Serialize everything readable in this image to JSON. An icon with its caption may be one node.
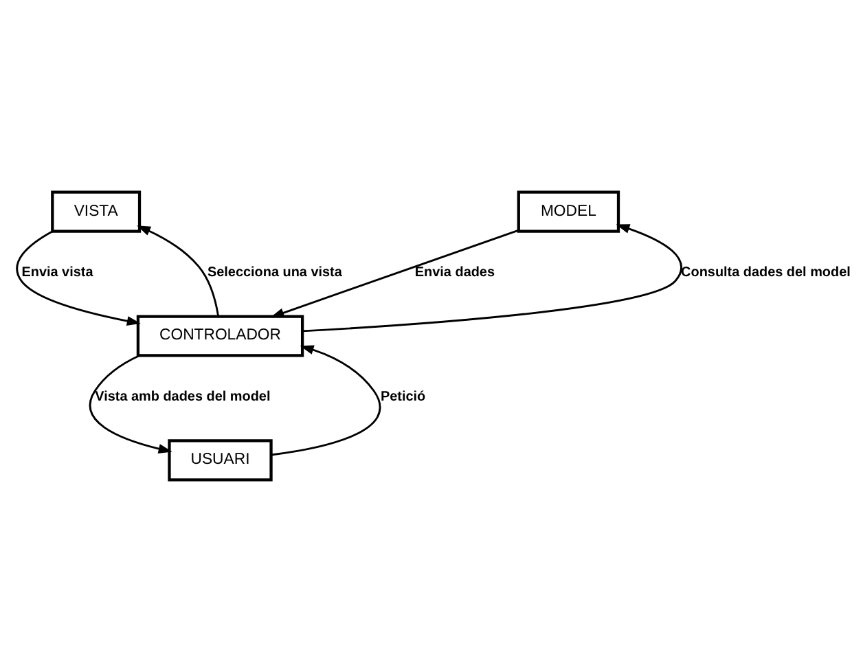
{
  "diagram": {
    "nodes": [
      {
        "text": [
          "VISTA"
        ]
      },
      {
        "text": [
          "MODEL"
        ]
      },
      {
        "text": [
          "CONTROLADOR"
        ]
      },
      {
        "text": [
          "USUARI"
        ]
      }
    ],
    "edges": [
      {
        "from": 2,
        "to": 0,
        "arrow": "to",
        "label": "Selecciona una vista"
      },
      {
        "from": 0,
        "to": 2,
        "arrow": "to",
        "label": "Envia vista"
      },
      {
        "from": 1,
        "to": 2,
        "arrow": "to",
        "label": "Envia dades"
      },
      {
        "from": 2,
        "to": 1,
        "arrow": "to",
        "label": "Consulta dades del model"
      },
      {
        "from": 3,
        "to": 2,
        "arrow": "to",
        "label": "Petició"
      },
      {
        "from": 2,
        "to": 3,
        "arrow": "to",
        "label": "Vista amb dades del model"
      }
    ]
  }
}
